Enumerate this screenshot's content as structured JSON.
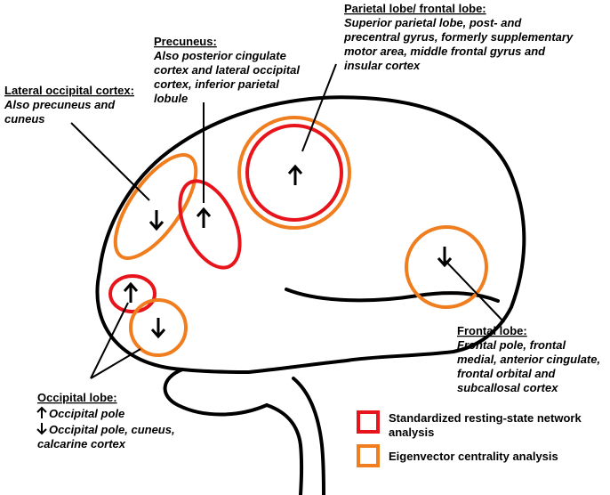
{
  "colors": {
    "outline": "#000000",
    "standardized": "#e8141b",
    "eigenvector": "#f07d1e"
  },
  "labels": {
    "parietal_frontal": {
      "title": "Parietal lobe/ frontal lobe:",
      "lines": [
        "Superior parietal lobe, post- and",
        "precentral gyrus, formerly supplementary",
        "motor area, middle frontal gyrus and",
        "insular cortex"
      ]
    },
    "precuneus": {
      "title": "Precuneus:",
      "lines": [
        "Also posterior cingulate",
        "cortex and lateral occipital",
        "cortex, inferior parietal",
        "lobule"
      ]
    },
    "lateral_occipital": {
      "title": "Lateral occipital cortex:",
      "lines": [
        "Also precuneus and",
        "cuneus"
      ]
    },
    "frontal": {
      "title": "Frontal lobe:",
      "lines": [
        "Frontal pole, frontal",
        "medial, anterior cingulate,",
        "frontal orbital and",
        "subcallosal cortex"
      ]
    },
    "occipital": {
      "title": "Occipital lobe:",
      "line1": "Occipital pole",
      "line2": "Occipital pole, cuneus,",
      "line3": "calcarine cortex"
    }
  },
  "legend": {
    "standardized": {
      "line1": "Standardized resting-state network",
      "line2": "analysis"
    },
    "eigenvector": {
      "line1": "Eigenvector centrality analysis"
    }
  }
}
